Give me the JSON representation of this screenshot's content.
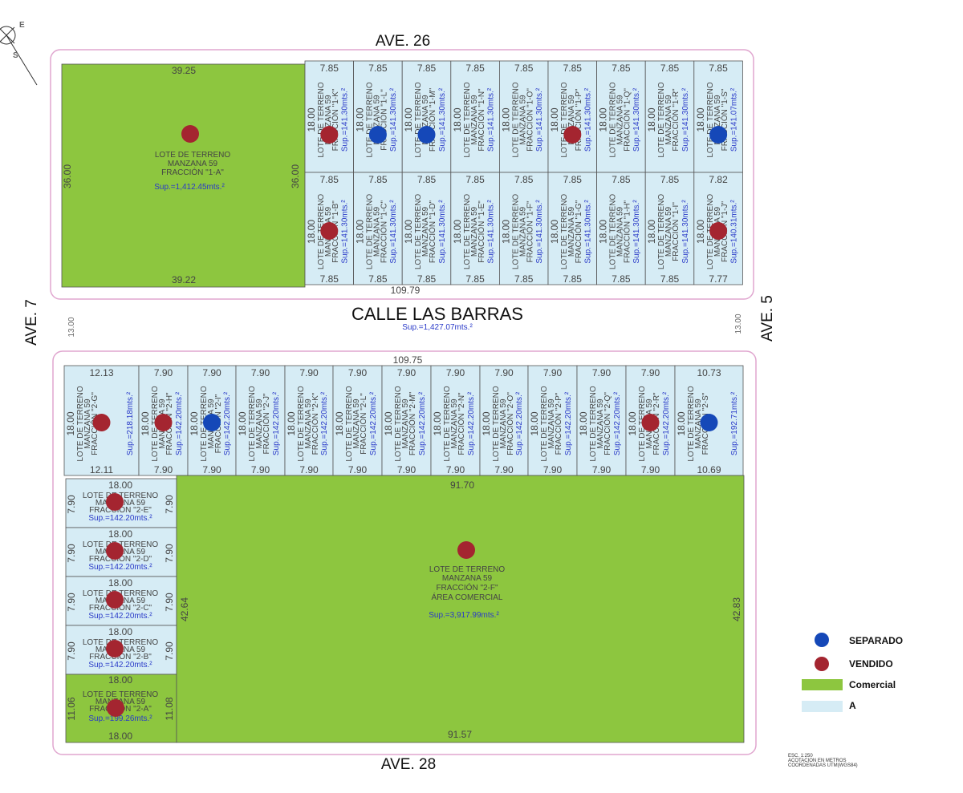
{
  "streets": {
    "north": "AVE. 26",
    "south": "AVE. 28",
    "west": "AVE. 7",
    "east": "AVE. 5",
    "middle": "CALLE LAS BARRAS",
    "middle_sup": "Sup.=1,427.07mts.²",
    "street_width_left": "13.00",
    "street_width_right": "13.00"
  },
  "compass": {
    "e_label": "E",
    "s_label": "S"
  },
  "colors": {
    "comercial": "#8dc63f",
    "lot_a": "#d6ecf5",
    "separado": "#1548b8",
    "vendido": "#a42530",
    "block_outline": "#e0a6cf"
  },
  "block1": {
    "total_width": "109.79",
    "big_lot": {
      "lines": [
        "LOTE DE TERRENO",
        "MANZANA 59",
        "FRACCIÓN \"1-A\""
      ],
      "sup": "Sup.=1,412.45mts.²",
      "top": "39.25",
      "bottom": "39.22",
      "left": "36.00",
      "right": "36.00",
      "status": "vendido"
    },
    "top_row": [
      {
        "frac": "1-K",
        "top": "7.85",
        "side": "18.00",
        "sup": "Sup.=141.30mts.²",
        "status": "vendido"
      },
      {
        "frac": "1-L",
        "top": "7.85",
        "side": "18.00",
        "sup": "Sup.=141.30mts.²",
        "status": "separado"
      },
      {
        "frac": "1-M",
        "top": "7.85",
        "side": "18.00",
        "sup": "Sup.=141.30mts.²",
        "status": "separado"
      },
      {
        "frac": "1-N",
        "top": "7.85",
        "side": "18.00",
        "sup": "Sup.=141.30mts.²",
        "status": ""
      },
      {
        "frac": "1-O",
        "top": "7.85",
        "side": "18.00",
        "sup": "Sup.=141.30mts.²",
        "status": ""
      },
      {
        "frac": "1-P",
        "top": "7.85",
        "side": "18.00",
        "sup": "Sup.=141.30mts.²",
        "status": "vendido"
      },
      {
        "frac": "1-Q",
        "top": "7.85",
        "side": "18.00",
        "sup": "Sup.=141.30mts.²",
        "status": ""
      },
      {
        "frac": "1-R",
        "top": "7.85",
        "side": "18.00",
        "sup": "Sup.=141.30mts.²",
        "status": ""
      },
      {
        "frac": "1-S",
        "top": "7.85",
        "side": "18.00",
        "sup": "Sup.=141.07mts.²",
        "status": "separado"
      }
    ],
    "bottom_row": [
      {
        "frac": "1-B",
        "top": "7.85",
        "bottom": "7.85",
        "side": "18.00",
        "sup": "Sup.=141.30mts.²",
        "status": "vendido"
      },
      {
        "frac": "1-C",
        "top": "7.85",
        "bottom": "7.85",
        "side": "18.00",
        "sup": "Sup.=141.30mts.²",
        "status": ""
      },
      {
        "frac": "1-D",
        "top": "7.85",
        "bottom": "7.85",
        "side": "18.00",
        "sup": "Sup.=141.30mts.²",
        "status": ""
      },
      {
        "frac": "1-E",
        "top": "7.85",
        "bottom": "7.85",
        "side": "18.00",
        "sup": "Sup.=141.30mts.²",
        "status": ""
      },
      {
        "frac": "1-F",
        "top": "7.85",
        "bottom": "7.85",
        "side": "18.00",
        "sup": "Sup.=141.30mts.²",
        "status": ""
      },
      {
        "frac": "1-G",
        "top": "7.85",
        "bottom": "7.85",
        "side": "18.00",
        "sup": "Sup.=141.30mts.²",
        "status": ""
      },
      {
        "frac": "1-H",
        "top": "7.85",
        "bottom": "7.85",
        "side": "18.00",
        "sup": "Sup.=141.30mts.²",
        "status": ""
      },
      {
        "frac": "1-I",
        "top": "7.85",
        "bottom": "7.85",
        "side": "18.00",
        "sup": "Sup.=141.30mts.²",
        "status": ""
      },
      {
        "frac": "1-J",
        "top": "7.82",
        "bottom": "7.77",
        "side": "18.00",
        "sup": "Sup.=140.31mts.²",
        "status": "vendido"
      }
    ]
  },
  "block2": {
    "total_width": "109.75",
    "top_row": [
      {
        "frac": "2-G",
        "top": "12.13",
        "bottom": "12.11",
        "side": "18.00",
        "sup": "Sup.=218.18mts.²",
        "status": "vendido"
      },
      {
        "frac": "2-H",
        "top": "7.90",
        "bottom": "7.90",
        "side": "18.00",
        "sup": "Sup.=142.20mts.²",
        "status": "vendido"
      },
      {
        "frac": "2-I",
        "top": "7.90",
        "bottom": "7.90",
        "side": "18.00",
        "sup": "Sup.=142.20mts.²",
        "status": "separado"
      },
      {
        "frac": "2-J",
        "top": "7.90",
        "bottom": "7.90",
        "side": "18.00",
        "sup": "Sup.=142.20mts.²",
        "status": ""
      },
      {
        "frac": "2-K",
        "top": "7.90",
        "bottom": "7.90",
        "side": "18.00",
        "sup": "Sup.=142.20mts.²",
        "status": ""
      },
      {
        "frac": "2-L",
        "top": "7.90",
        "bottom": "7.90",
        "side": "18.00",
        "sup": "Sup.=142.20mts.²",
        "status": ""
      },
      {
        "frac": "2-M",
        "top": "7.90",
        "bottom": "7.90",
        "side": "18.00",
        "sup": "Sup.=142.20mts.²",
        "status": ""
      },
      {
        "frac": "2-N",
        "top": "7.90",
        "bottom": "7.90",
        "side": "18.00",
        "sup": "Sup.=142.20mts.²",
        "status": ""
      },
      {
        "frac": "2-O",
        "top": "7.90",
        "bottom": "7.90",
        "side": "18.00",
        "sup": "Sup.=142.20mts.²",
        "status": ""
      },
      {
        "frac": "2-P",
        "top": "7.90",
        "bottom": "7.90",
        "side": "18.00",
        "sup": "Sup.=142.20mts.²",
        "status": ""
      },
      {
        "frac": "2-Q",
        "top": "7.90",
        "bottom": "7.90",
        "side": "18.00",
        "sup": "Sup.=142.20mts.²",
        "status": ""
      },
      {
        "frac": "2-R",
        "top": "7.90",
        "bottom": "7.90",
        "side": "18.00",
        "sup": "Sup.=142.20mts.²",
        "status": "vendido"
      },
      {
        "frac": "2-S",
        "top": "10.73",
        "bottom": "10.69",
        "side": "18.00",
        "sup": "Sup.=192.71mts.²",
        "status": "separado"
      }
    ],
    "left_col": [
      {
        "frac": "2-E",
        "top": "18.00",
        "side": "7.90",
        "sup": "Sup.=142.20mts.²",
        "status": "vendido"
      },
      {
        "frac": "2-D",
        "top": "18.00",
        "side": "7.90",
        "sup": "Sup.=142.20mts.²",
        "status": "vendido"
      },
      {
        "frac": "2-C",
        "top": "18.00",
        "side": "7.90",
        "sup": "Sup.=142.20mts.²",
        "status": "vendido"
      },
      {
        "frac": "2-B",
        "top": "18.00",
        "side": "7.90",
        "sup": "Sup.=142.20mts.²",
        "status": "vendido"
      }
    ],
    "corner_lot": {
      "frac": "2-A",
      "top": "18.00",
      "bottom": "18.00",
      "left": "11.06",
      "right": "11.08",
      "sup": "Sup.=199.26mts.²",
      "status": "vendido"
    },
    "big_lot": {
      "lines": [
        "LOTE DE TERRENO",
        "MANZANA 59",
        "FRACCIÓN \"2-F\"",
        "ÁREA COMERCIAL"
      ],
      "sup": "Sup.=3,917.99mts.²",
      "top": "91.70",
      "bottom": "91.57",
      "left": "42.64",
      "right": "42.83",
      "status": "vendido"
    }
  },
  "lot_label": {
    "line1": "LOTE DE TERRENO",
    "line2": "MANZANA 59",
    "line3_prefix": "FRACCIÓN"
  },
  "legend": {
    "separado": "SEPARADO",
    "vendido": "VENDIDO",
    "comercial": "Comercial",
    "a": "A"
  },
  "notes": [
    "ESC. 1:250",
    "ACOTACION EN METROS",
    "COORDENADAS UTM(WGS84)"
  ]
}
